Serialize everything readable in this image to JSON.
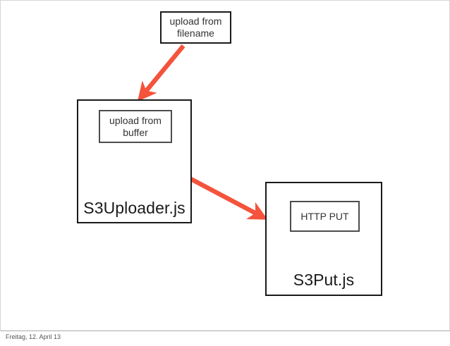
{
  "slide": {
    "background_color": "#ffffff",
    "border_color": "#d6d6d6"
  },
  "diagram": {
    "type": "flow-diagram",
    "accent_color": "#F4533C",
    "node_border_color": "#1a1a1a",
    "inner_border_color": "#4d4d4d",
    "nodes": [
      {
        "id": "upload-from-filename",
        "label": "upload from\nfilename",
        "label_line1": "upload from",
        "label_line2": "filename",
        "kind": "entry-point"
      },
      {
        "id": "s3uploader",
        "label": "S3Uploader.js",
        "kind": "module",
        "children": [
          {
            "id": "upload-from-buffer",
            "label_line1": "upload from",
            "label_line2": "buffer",
            "kind": "entry-point"
          }
        ]
      },
      {
        "id": "s3put",
        "label": "S3Put.js",
        "kind": "module",
        "children": [
          {
            "id": "http-put",
            "label": "HTTP PUT",
            "kind": "operation"
          }
        ]
      }
    ],
    "arrows": [
      {
        "id": "arrow-filename-to-uploader",
        "from": "upload-from-filename",
        "to": "s3uploader",
        "color": "#F4533C"
      },
      {
        "id": "arrow-uploader-to-s3put",
        "from": "s3uploader",
        "to": "s3put",
        "color": "#F4533C"
      }
    ]
  },
  "footer": {
    "date": "Freitag, 12. April 13"
  }
}
